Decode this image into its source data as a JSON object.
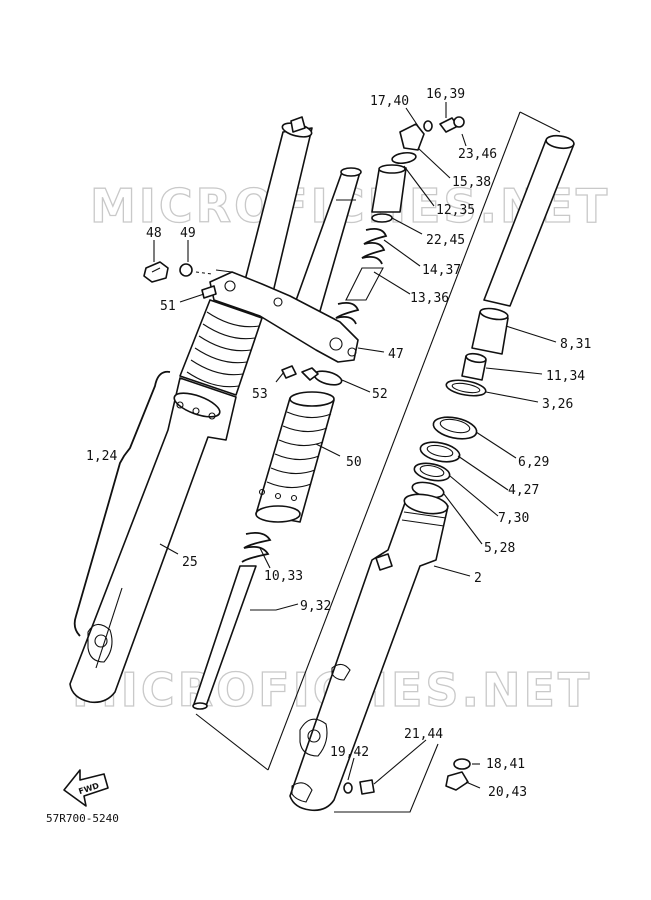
{
  "watermark": "MICROFICHES.NET",
  "diagram_code": "57R700-5240",
  "fwd_label": "FWD",
  "labels": {
    "l_17_40": "17,40",
    "l_16_39": "16,39",
    "l_23_46": "23,46",
    "l_15_38": "15,38",
    "l_12_35": "12,35",
    "l_22_45": "22,45",
    "l_14_37": "14,37",
    "l_13_36": "13,36",
    "l_48": "48",
    "l_49": "49",
    "l_51": "51",
    "l_47": "47",
    "l_8_31": "8,31",
    "l_11_34": "11,34",
    "l_3_26": "3,26",
    "l_53": "53",
    "l_52": "52",
    "l_1_24": "1,24",
    "l_50": "50",
    "l_6_29": "6,29",
    "l_4_27": "4,27",
    "l_7_30": "7,30",
    "l_5_28": "5,28",
    "l_25": "25",
    "l_2": "2",
    "l_10_33": "10,33",
    "l_9_32": "9,32",
    "l_21_44": "21,44",
    "l_19_42": "19,42",
    "l_18_41": "18,41",
    "l_20_43": "20,43"
  }
}
